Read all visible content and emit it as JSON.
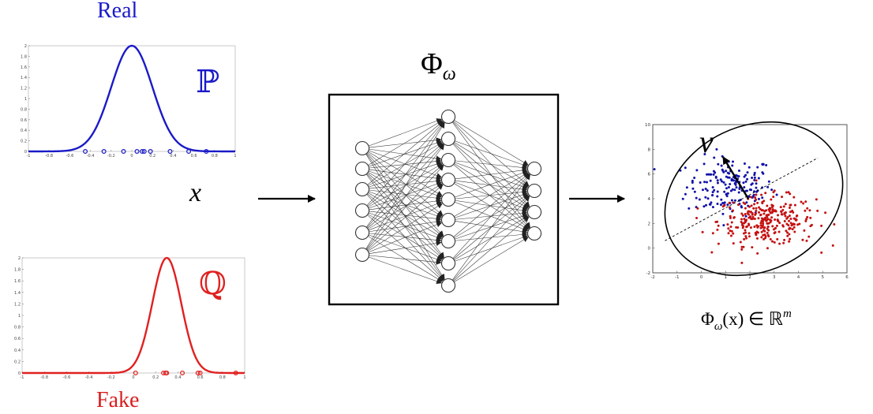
{
  "colors": {
    "real": "#1a1ac8",
    "fake": "#e02020",
    "scatter_blue": "#1111aa",
    "scatter_red": "#c41010"
  },
  "labels": {
    "real_title": "Real",
    "fake_title": "Fake",
    "real_dist_symbol": "ℙ",
    "fake_dist_symbol": "ℚ",
    "input_symbol": "x",
    "network_title_main": "Φ",
    "network_title_sub": "ω",
    "direction_symbol": "v",
    "embedding_phi": "Φ",
    "embedding_sub": "ω",
    "embedding_arg": "(x) ∈ ℝ",
    "embedding_sup": "m"
  },
  "chart_data": [
    {
      "type": "line",
      "name": "real",
      "xlim": [
        -1,
        1
      ],
      "ylim": [
        0,
        2
      ],
      "xticks": [
        "-1",
        "-0.8",
        "-0.6",
        "-0.4",
        "-0.2",
        "0",
        "0.2",
        "0.4",
        "0.6",
        "0.8",
        "1"
      ],
      "yticks": [
        "0",
        "0.2",
        "0.4",
        "0.6",
        "0.8",
        "1",
        "1.2",
        "1.4",
        "1.6",
        "1.8",
        "2"
      ],
      "curve": {
        "mean": 0.0,
        "sd": 0.2,
        "peak": 2.0
      },
      "samples_x": [
        -0.45,
        -0.27,
        -0.08,
        0.05,
        0.1,
        0.12,
        0.18,
        0.37,
        0.55,
        0.72
      ]
    },
    {
      "type": "line",
      "name": "fake",
      "xlim": [
        -1,
        1
      ],
      "ylim": [
        0,
        2
      ],
      "xticks": [
        "-1",
        "-0.8",
        "-0.6",
        "-0.4",
        "-0.2",
        "0",
        "0.2",
        "0.4",
        "0.6",
        "0.8",
        "1"
      ],
      "yticks": [
        "0",
        "0.2",
        "0.4",
        "0.6",
        "0.8",
        "1",
        "1.2",
        "1.4",
        "1.6",
        "1.8",
        "2"
      ],
      "curve": {
        "mean": 0.3,
        "sd": 0.13,
        "peak": 2.0
      },
      "samples_x": [
        0.02,
        0.27,
        0.29,
        0.3,
        0.44,
        0.58,
        0.6,
        0.92
      ]
    },
    {
      "type": "scatter",
      "name": "embedding",
      "xlim": [
        -2,
        6
      ],
      "ylim": [
        -2,
        10
      ],
      "xticks": [
        "-2",
        "-1",
        "0",
        "1",
        "2",
        "3",
        "4",
        "5",
        "6"
      ],
      "yticks": [
        "-2",
        "0",
        "2",
        "4",
        "6",
        "8",
        "10"
      ],
      "clusters": [
        {
          "color": "blue",
          "count": 180,
          "center": [
            1.2,
            5.0
          ],
          "spread": [
            0.9,
            1.2
          ]
        },
        {
          "color": "red",
          "count": 300,
          "center": [
            2.7,
            2.2
          ],
          "spread": [
            1.0,
            1.0
          ]
        }
      ]
    }
  ]
}
